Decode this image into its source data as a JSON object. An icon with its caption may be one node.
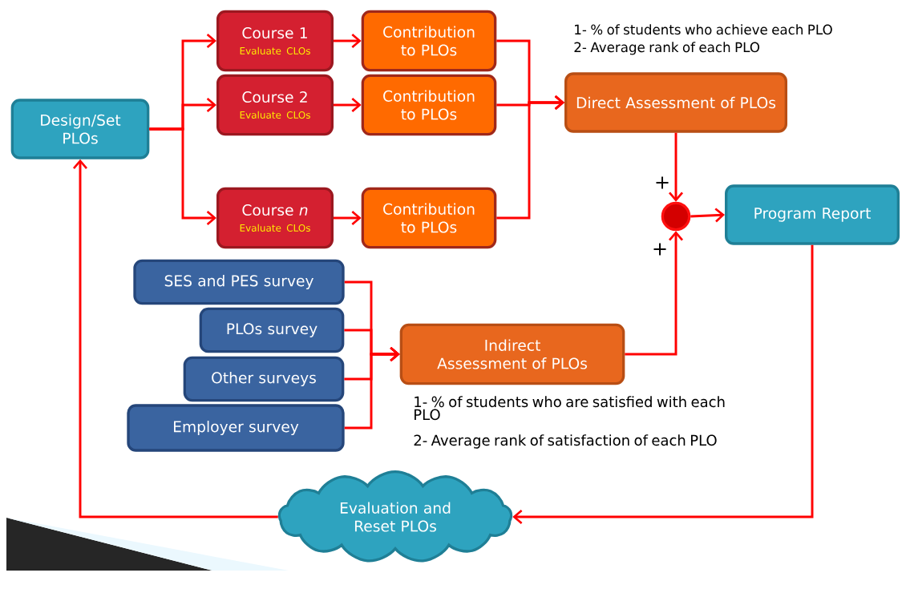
{
  "diagram": {
    "nodes": [
      {
        "text": [
          "Design/Set PLOs"
        ]
      },
      {
        "text": [
          "Course 1",
          "Evaluate CLOs"
        ]
      },
      {
        "text": [
          "Course 2",
          "Evaluate CLOs"
        ]
      },
      {
        "text": [
          "Course *n*",
          "Evaluate CLOs"
        ]
      },
      {
        "text": [
          "Contribution to PLOs"
        ]
      },
      {
        "text": [
          "Contribution to PLOs"
        ]
      },
      {
        "text": [
          "Contribution to PLOs"
        ]
      },
      {
        "text": [
          "Direct Assessment of PLOs"
        ],
        "beside": [
          "1- % of students who achieve each PLO",
          "2- Average rank of each PLO"
        ]
      },
      {
        "text": [],
        "shape": "circle"
      },
      {
        "text": [
          "Program Report"
        ]
      },
      {
        "text": [
          "SES and PES survey"
        ]
      },
      {
        "text": [
          "PLOs survey"
        ]
      },
      {
        "text": [
          "Other surveys"
        ]
      },
      {
        "text": [
          "Employer survey"
        ]
      },
      {
        "text": [
          "Indirect Assessment of PLOs"
        ]
      },
      {
        "text": [
          "Evaluation and Reset PLOs"
        ]
      }
    ],
    "edges": [
      {
        "from": 0,
        "to": 1,
        "arrow": "to"
      },
      {
        "from": 0,
        "to": 2,
        "arrow": "to"
      },
      {
        "from": 0,
        "to": 3,
        "arrow": "to"
      },
      {
        "from": 1,
        "to": 4,
        "arrow": "to"
      },
      {
        "from": 2,
        "to": 5,
        "arrow": "to"
      },
      {
        "from": 3,
        "to": 6,
        "arrow": "to"
      },
      {
        "from": 4,
        "to": 7,
        "arrow": "to"
      },
      {
        "from": 5,
        "to": 7,
        "arrow": "to"
      },
      {
        "from": 6,
        "to": 7,
        "arrow": "to"
      },
      {
        "from": 7,
        "to": 8,
        "arrow": "to",
        "label": "+"
      },
      {
        "from": 14,
        "to": 8,
        "arrow": "to",
        "label": "+"
      },
      {
        "from": 8,
        "to": 9,
        "arrow": "to"
      },
      {
        "from": 10,
        "to": 14,
        "arrow": "to"
      },
      {
        "from": 11,
        "to": 14,
        "arrow": "to"
      },
      {
        "from": 12,
        "to": 14,
        "arrow": "to"
      },
      {
        "from": 13,
        "to": 14,
        "arrow": "to"
      },
      {
        "from": 9,
        "to": 15,
        "arrow": "to"
      },
      {
        "from": 15,
        "to": 0,
        "arrow": "to"
      }
    ],
    "labels": [
      "1- % of students who are satisfied with each PLO",
      "2- Average rank of satisfaction of each PLO"
    ]
  }
}
